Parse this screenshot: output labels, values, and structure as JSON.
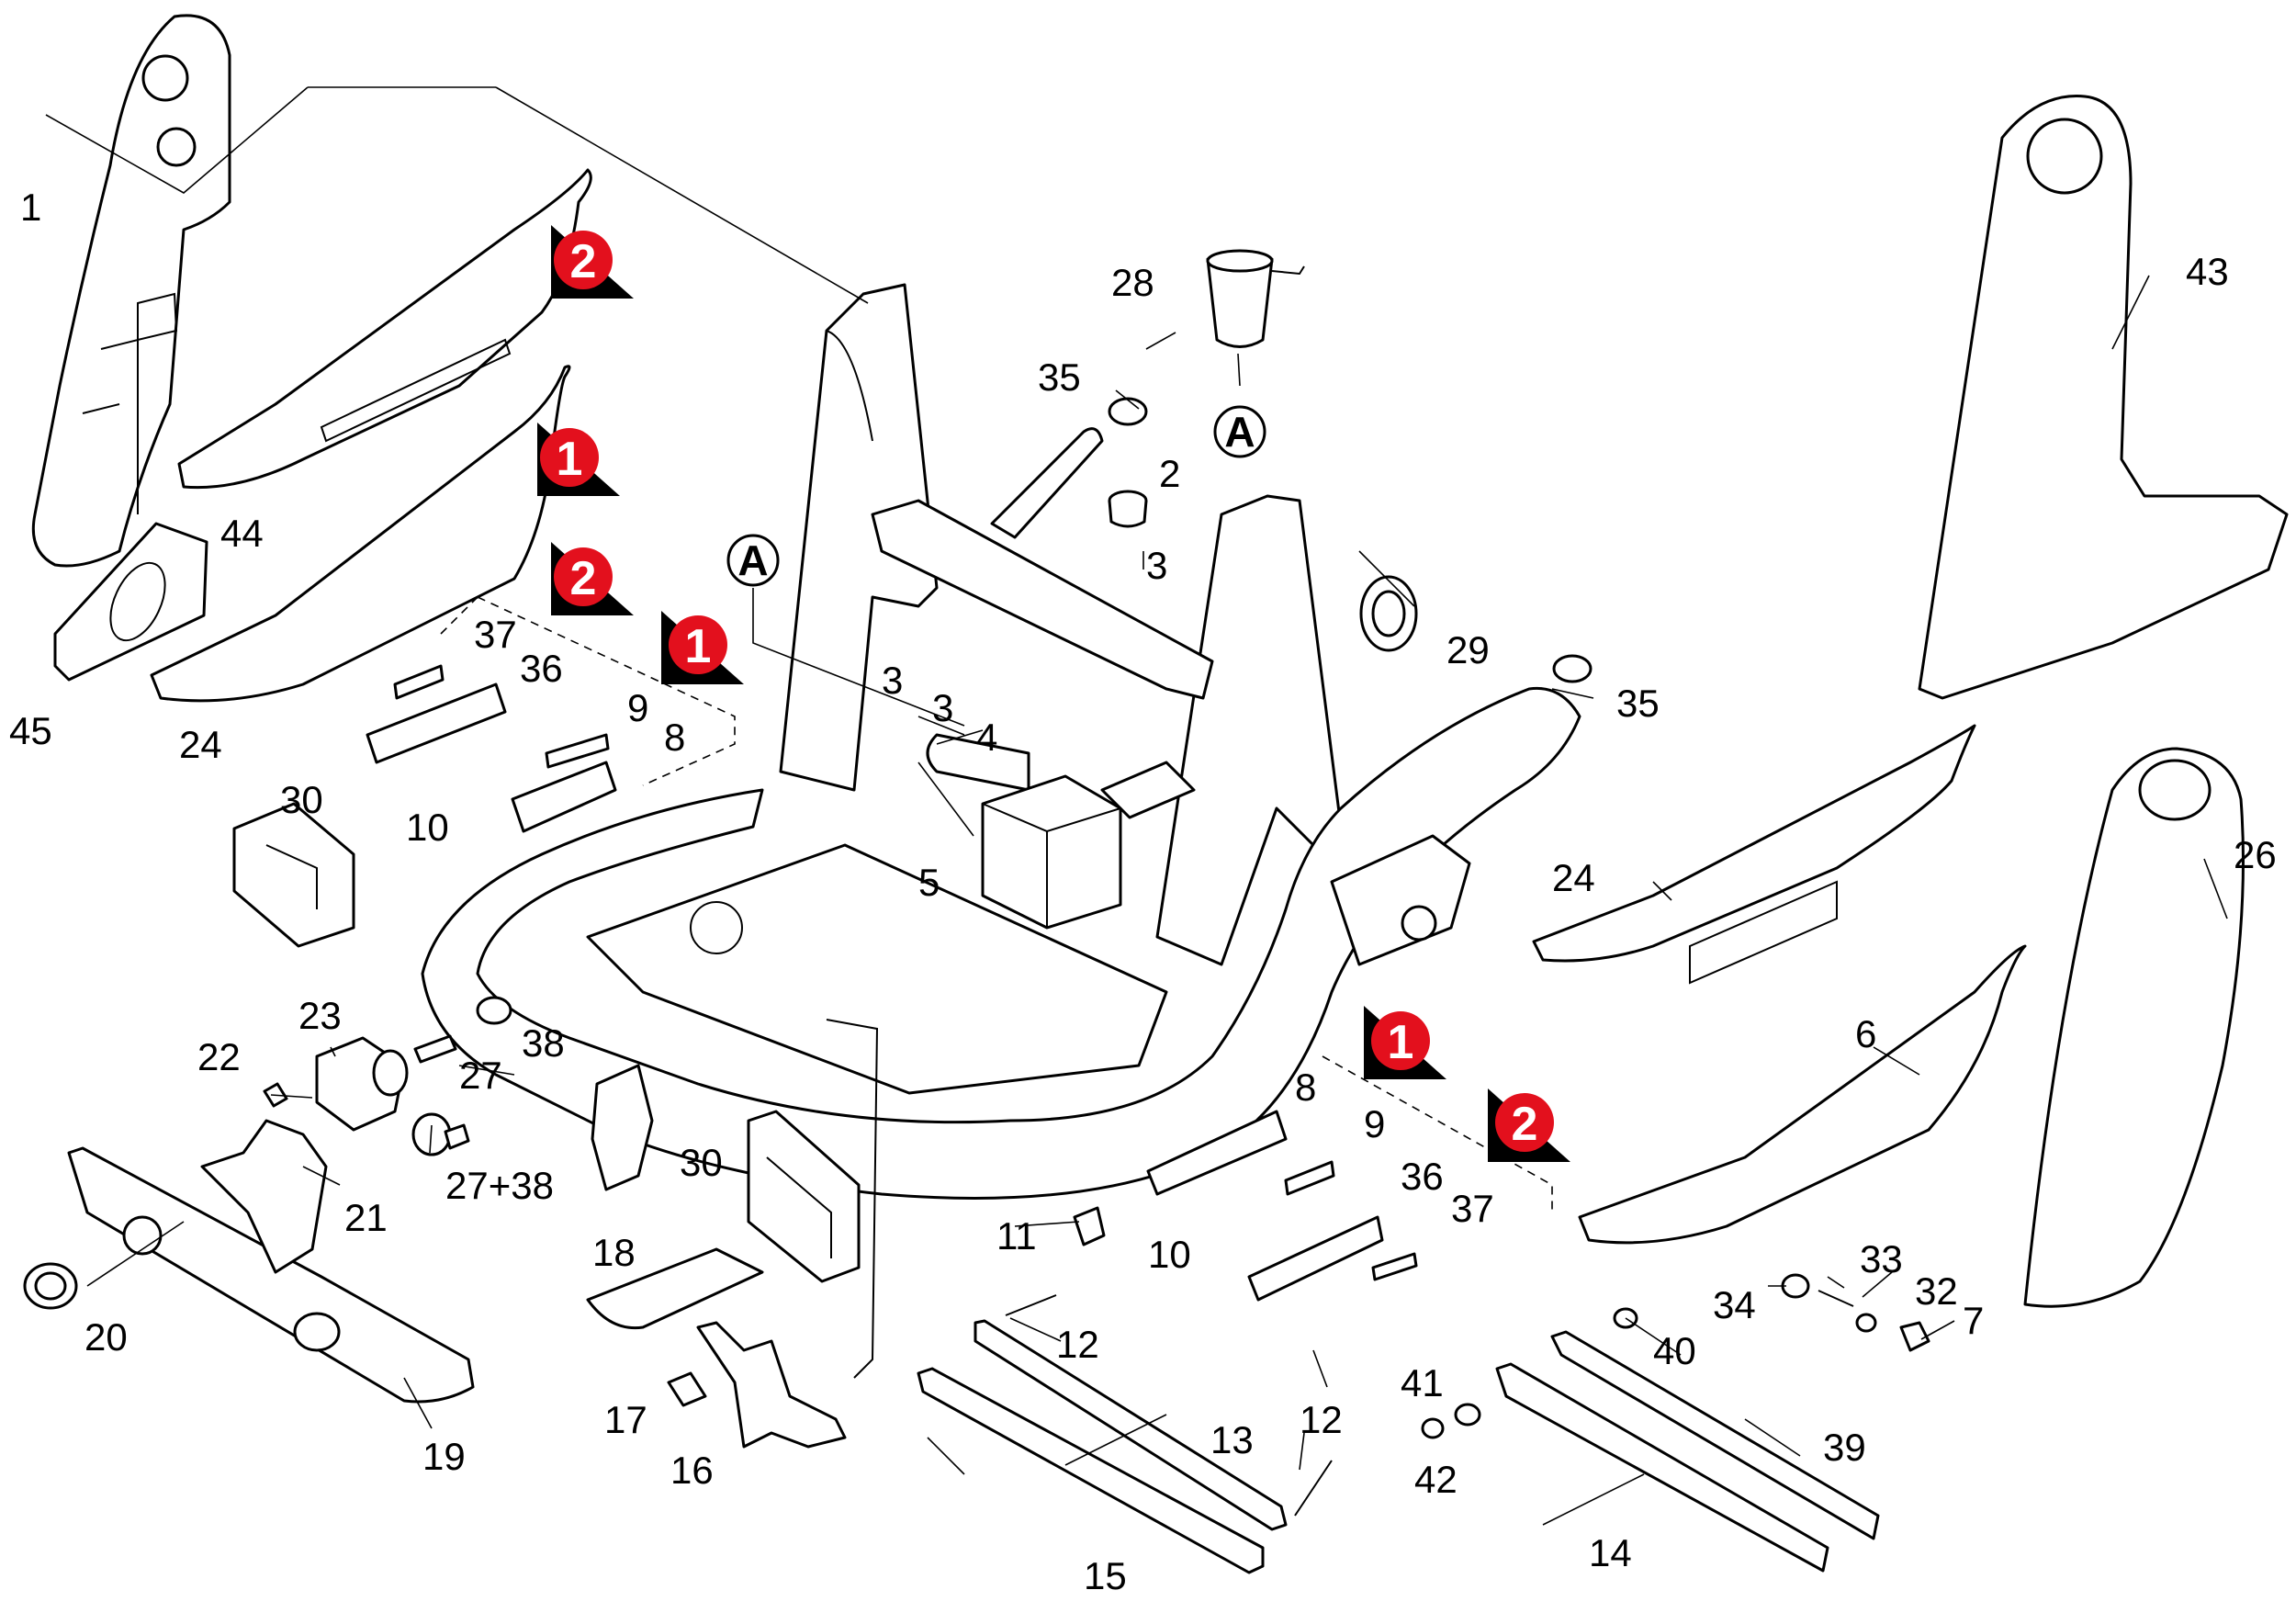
{
  "labels": {
    "p1": "1",
    "p2": "2",
    "p3a": "3",
    "p3b": "3",
    "p3c": "3",
    "p4": "4",
    "p5": "5",
    "p6": "6",
    "p7": "7",
    "p8a": "8",
    "p8b": "8",
    "p9a": "9",
    "p9b": "9",
    "p10a": "10",
    "p10b": "10",
    "p11": "11",
    "p12a": "12",
    "p12b": "12",
    "p13": "13",
    "p14": "14",
    "p15": "15",
    "p16": "16",
    "p17": "17",
    "p18": "18",
    "p19": "19",
    "p20": "20",
    "p21": "21",
    "p22": "22",
    "p23": "23",
    "p24a": "24",
    "p24b": "24",
    "p26": "26",
    "p27": "27",
    "p27_38": "27+38",
    "p28": "28",
    "p29": "29",
    "p30a": "30",
    "p30b": "30",
    "p32": "32",
    "p33": "33",
    "p34": "34",
    "p35a": "35",
    "p35b": "35",
    "p36a": "36",
    "p36b": "36",
    "p37a": "37",
    "p37b": "37",
    "p38": "38",
    "p39": "39",
    "p40": "40",
    "p41": "41",
    "p42": "42",
    "p43": "43",
    "p44": "44",
    "p45": "45"
  },
  "connectors": {
    "a1": "A",
    "a2": "A"
  },
  "variant_markers": {
    "m2a": "2",
    "m1a": "1",
    "m2b": "2",
    "m1b": "1",
    "m1c": "1",
    "m2c": "2"
  },
  "colors": {
    "marker_fill": "#e3101d",
    "marker_shadow": "#000000",
    "line": "#000000"
  }
}
